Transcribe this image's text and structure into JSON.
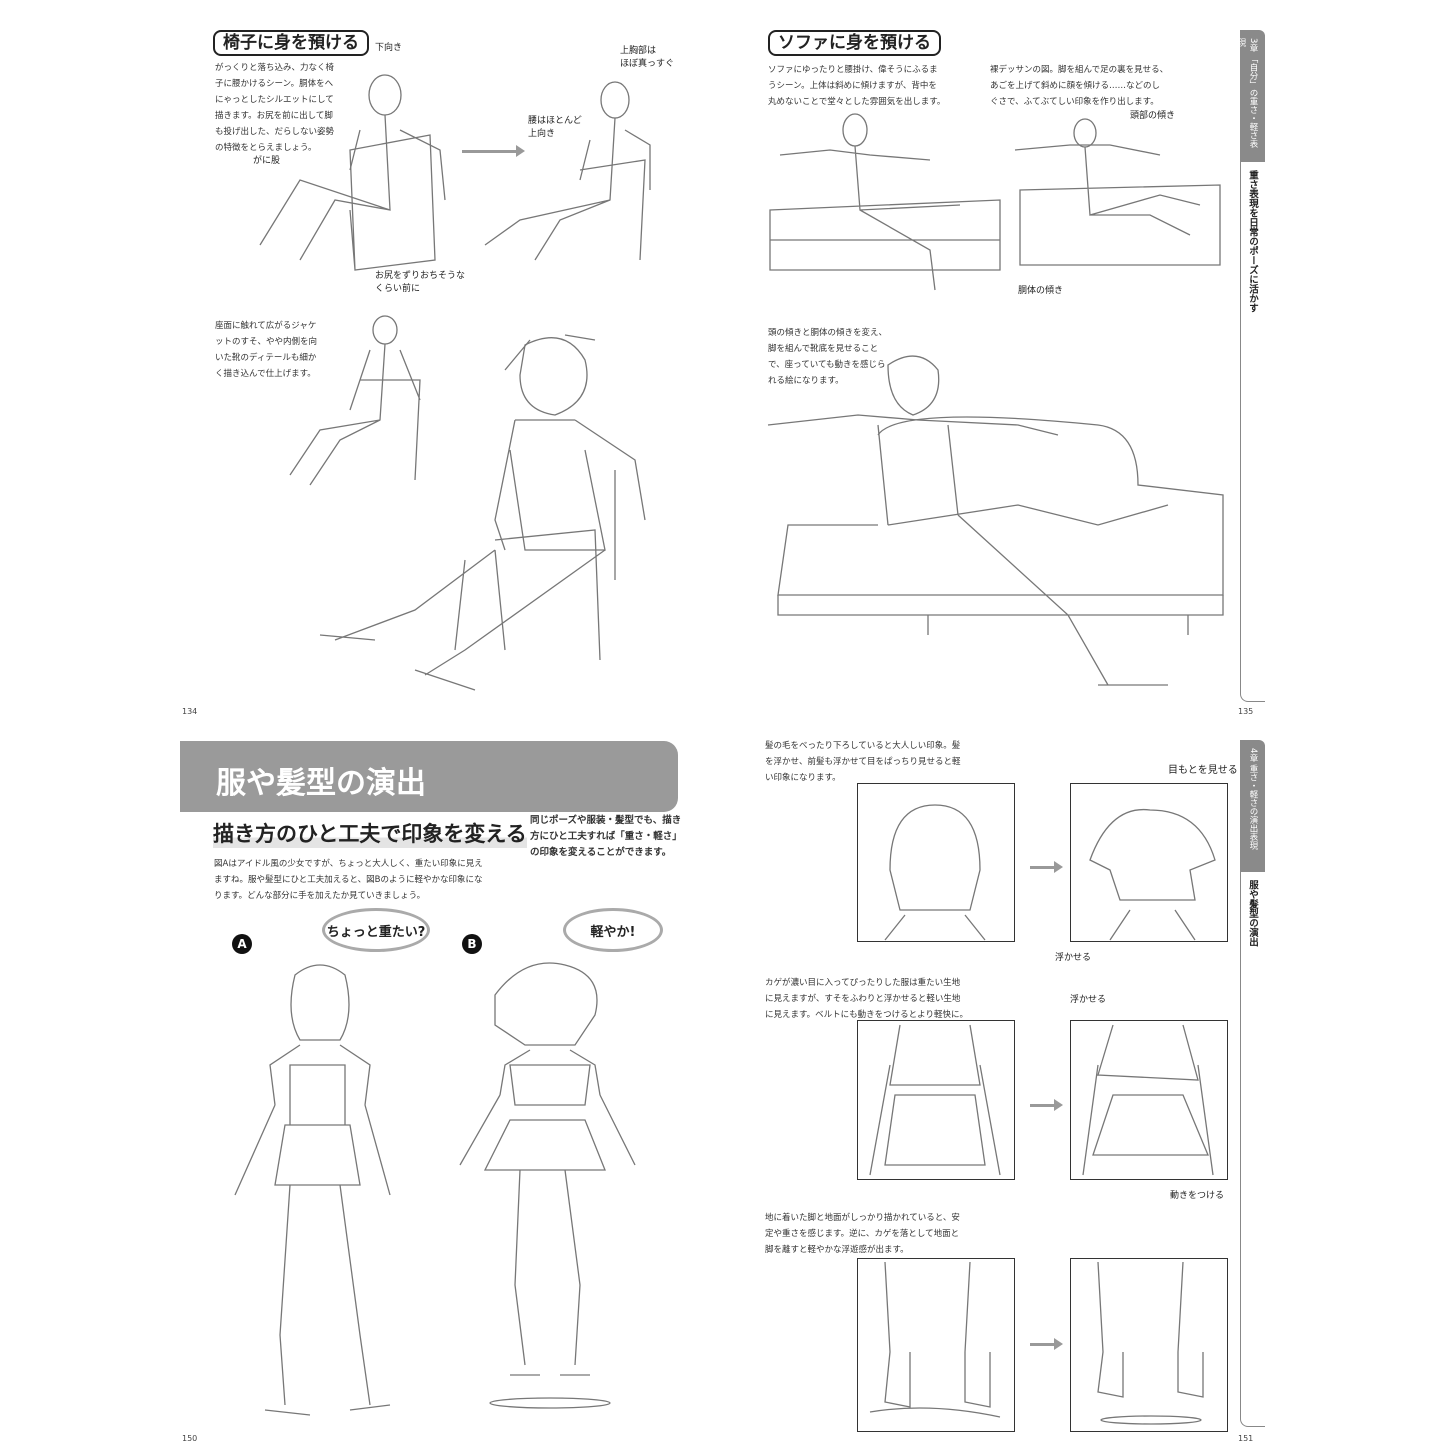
{
  "page134": {
    "heading": "椅子に身を預ける",
    "intro": "がっくりと落ち込み、力なく椅\n子に腰かけるシーン。胴体をへ\nにゃっとしたシルエットにして\n描きます。お尻を前に出して脚\nも投げ出した、だらしない姿勢\nの特徴をとらえましょう。",
    "labels": {
      "head_down": "下向き",
      "bowlegged": "がに股",
      "hips_forward": "お尻をずりおちそうな\nくらい前に",
      "upper_chest": "上胸部は\nほぼ真っすぐ",
      "waist_up": "腰はほとんど\n上向き"
    },
    "caption": "座面に触れて広がるジャケ\nットのすそ、やや内側を向\nいた靴のディテールも細か\nく描き込んで仕上げます。",
    "page_number": "134"
  },
  "page135": {
    "heading": "ソファに身を預ける",
    "intro": "ソファにゆったりと腰掛け、偉そうにふるま\nうシーン。上体は斜めに傾けますが、背中を\n丸めないことで堂々とした雰囲気を出します。",
    "intro2": "裸デッサンの図。脚を組んで足の裏を見せる、\nあごを上げて斜めに顔を傾ける……などのし\nぐさで、ふてぶてしい印象を作り出します。",
    "labels": {
      "head_tilt": "頭部の傾き",
      "torso_tilt": "胴体の傾き"
    },
    "caption": "頭の傾きと胴体の傾きを変え、\n脚を組んで靴底を見せること\nで、座っていても動きを感じら\nれる絵になります。",
    "side_tab": {
      "chapter": "3章 「自分」の重さ・軽さ表現",
      "section": "重さ表現を日常のポーズに活かす"
    },
    "page_number": "135"
  },
  "page150": {
    "banner": "服や髪型の演出",
    "subheading": "描き方のひと工夫で印象を変える",
    "lead": "同じポーズや服装・髪型でも、描き\n方にひと工夫すれば「重さ・軽さ」\nの印象を変えることができます。",
    "body": "図Aはアイドル風の少女ですが、ちょっと大人しく、重たい印象に見え\nますね。服や髪型にひと工夫加えると、図Bのように軽やかな印象にな\nります。どんな部分に手を加えたか見ていきましょう。",
    "figure_a": {
      "marker": "A",
      "bubble": "ちょっと重たい?"
    },
    "figure_b": {
      "marker": "B",
      "bubble": "軽やか!"
    },
    "page_number": "150"
  },
  "page151": {
    "text1": "髪の毛をべったり下ろしていると大人しい印象。髪\nを浮かせ、前髪も浮かせて目をぱっちり見せると軽\nい印象になります。",
    "label_eyes": "目もとを見せる",
    "label_float1": "浮かせる",
    "text2": "カゲが濃い目に入ってぴったりした服は重たい生地\nに見えますが、すそをふわりと浮かせると軽い生地\nに見えます。ベルトにも動きをつけるとより軽快に。",
    "label_float2": "浮かせる",
    "label_motion": "動きをつける",
    "text3": "地に着いた脚と地面がしっかり描かれていると、安\n定や重さを感じます。逆に、カゲを落として地面と\n脚を離すと軽やかな浮遊感が出ます。",
    "side_tab": {
      "chapter": "4章 重さ・軽さの演出表現",
      "section": "服や髪型の演出"
    },
    "page_number": "151"
  },
  "colors": {
    "banner_gray": "#9a9a9a",
    "tab_gray": "#8a8a8a",
    "arrow_gray": "#999999"
  }
}
